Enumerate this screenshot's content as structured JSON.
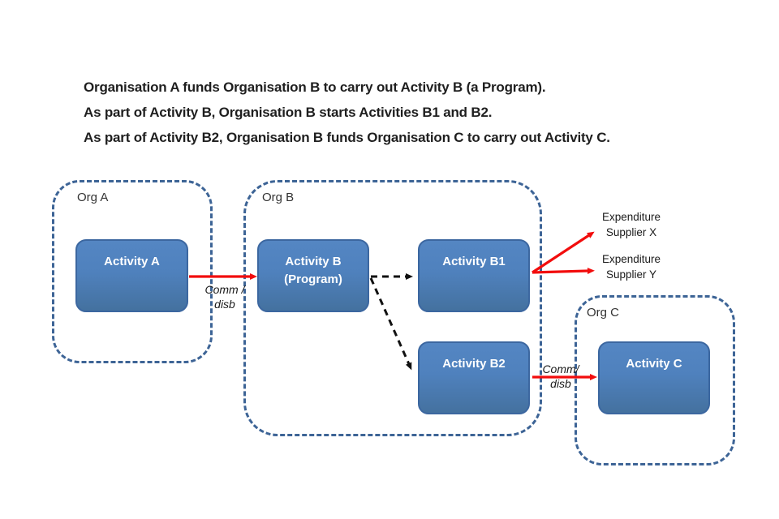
{
  "heading": {
    "lines": [
      "Organisation A funds Organisation B to carry out Activity B (a Program).",
      "As part of Activity B, Organisation B starts Activities B1 and B2.",
      "As part of Activity B2, Organisation B funds Organisation C to carry out Activity C."
    ]
  },
  "orgs": [
    {
      "label": "Org A"
    },
    {
      "label": "Org B"
    },
    {
      "label": "Org C"
    }
  ],
  "activities": [
    {
      "label": "Activity A"
    },
    {
      "label": "Activity B",
      "sublabel": "(Program)"
    },
    {
      "label": "Activity B1"
    },
    {
      "label": "Activity B2"
    },
    {
      "label": "Activity C"
    }
  ],
  "flow_labels": [
    {
      "line1": "Comm /",
      "line2": "disb"
    },
    {
      "line1": "Comm/",
      "line2": "disb"
    }
  ],
  "expenditures": [
    {
      "line1": "Expenditure",
      "line2": "Supplier X"
    },
    {
      "line1": "Expenditure",
      "line2": "Supplier Y"
    }
  ],
  "colors": {
    "activity_fill": "#4f81bd",
    "activity_border": "#3c67a0",
    "org_outline": "#3d6496",
    "arrow_red": "#f20d0d",
    "arrow_black": "#111111",
    "text": "#1f1f1f"
  }
}
